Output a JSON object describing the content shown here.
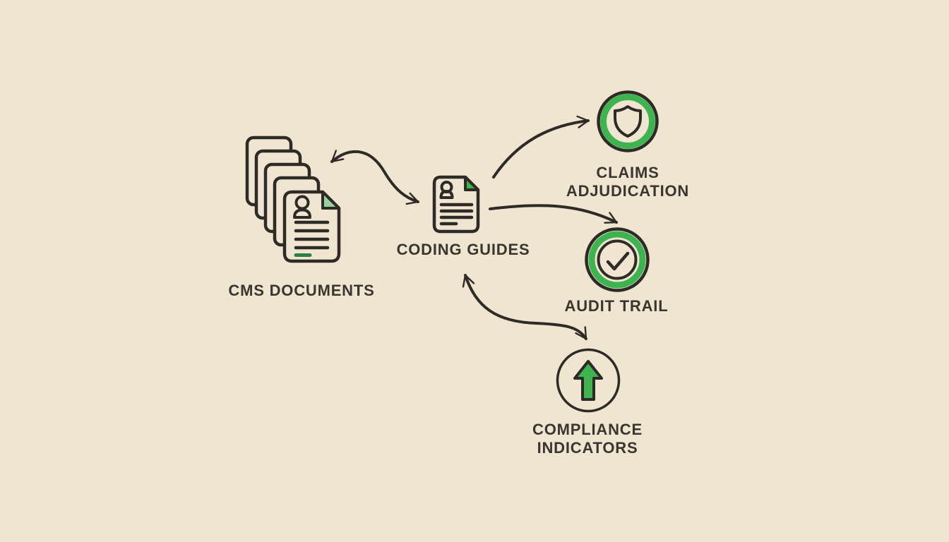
{
  "diagram": {
    "type": "flowchart",
    "background_color": "#f0e5d1",
    "line_color": "#2e2a26",
    "text_color": "#3a362f",
    "accent_green": "#3eb450",
    "accent_green_light": "#94d4a0",
    "accent_green_dark": "#2c8043",
    "nodes": {
      "cms": {
        "label": "CMS DOCUMENTS",
        "icon": "document-stack-icon"
      },
      "coding": {
        "label": "CODING GUIDES",
        "icon": "document-icon"
      },
      "claims": {
        "line1": "CLAIMS",
        "line2": "ADJUDICATION",
        "icon": "shield-in-green-ring-icon"
      },
      "audit": {
        "label": "AUDIT TRAIL",
        "icon": "checkmark-in-green-ring-icon"
      },
      "compliance": {
        "line1": "COMPLIANCE",
        "line2": "INDICATORS",
        "icon": "up-arrow-in-circle-icon"
      }
    },
    "edges": [
      {
        "from": "cms-documents",
        "to": "coding-guides",
        "direction": "bidirectional",
        "style": "curved"
      },
      {
        "from": "coding-guides",
        "to": "claims-adjudication",
        "direction": "one-way",
        "style": "curved"
      },
      {
        "from": "coding-guides",
        "to": "audit-trail",
        "direction": "one-way",
        "style": "curved"
      },
      {
        "from": "coding-guides",
        "to": "compliance-indicators",
        "direction": "bidirectional",
        "style": "curved"
      }
    ]
  }
}
